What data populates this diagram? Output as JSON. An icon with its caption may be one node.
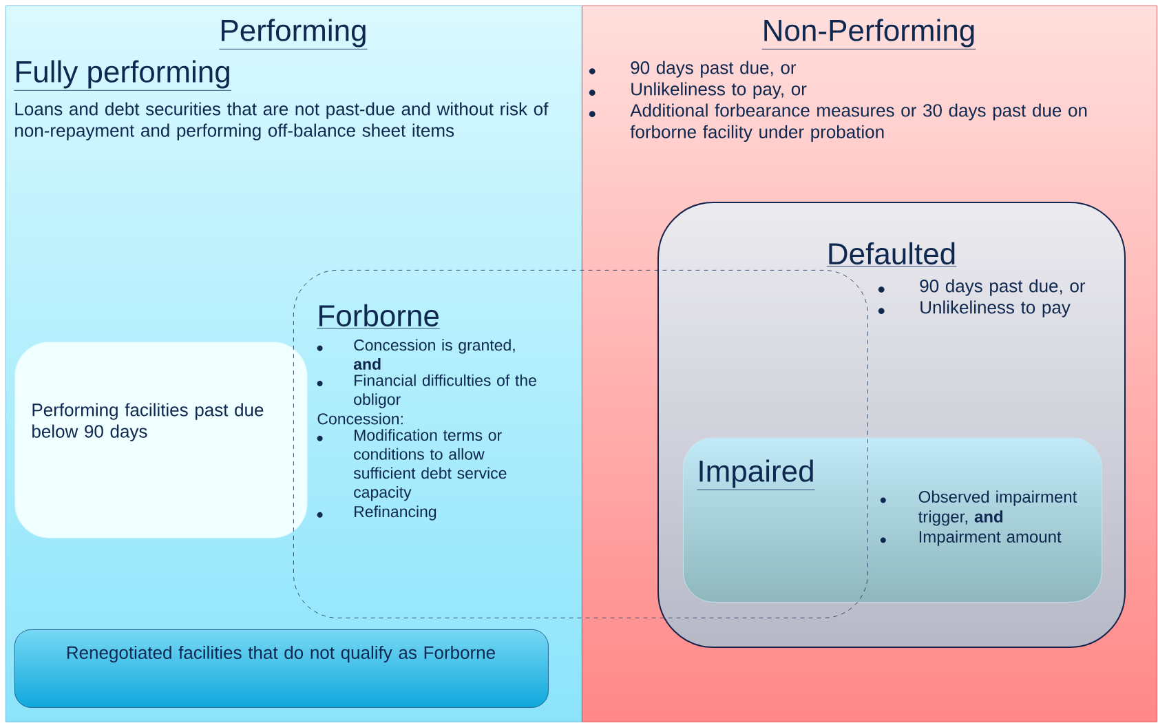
{
  "diagram": {
    "nodes": [
      {
        "text": [
          "Performing",
          "Fully performing",
          "Loans and debt securities that are not past-due and without risk of non-repayment and performing off-balance sheet items"
        ]
      },
      {
        "text": [
          "Non-Performing",
          "90 days past due, or",
          "Unlikeliness to pay, or",
          "Additional forbearance measures or 30 days past due on forborne facility under probation"
        ]
      },
      {
        "text": [
          "Performing facilities past due below 90 days"
        ],
        "in": 0
      },
      {
        "text": [
          "Forborne",
          "Concession is granted, **and**",
          "Financial difficulties of the obligor",
          "Concession:",
          "Modification terms or conditions to allow sufficient debt service capacity",
          "Refinancing"
        ]
      },
      {
        "text": [
          "Defaulted",
          "90 days past due, or",
          "Unlikeliness to pay"
        ],
        "in": 1
      },
      {
        "text": [
          "Impaired",
          "Observed impairment trigger, **and**",
          "Impairment amount"
        ],
        "in": 4
      },
      {
        "text": [
          "Renegotiated facilities that do not qualify as Forborne"
        ],
        "in": 0
      }
    ]
  }
}
